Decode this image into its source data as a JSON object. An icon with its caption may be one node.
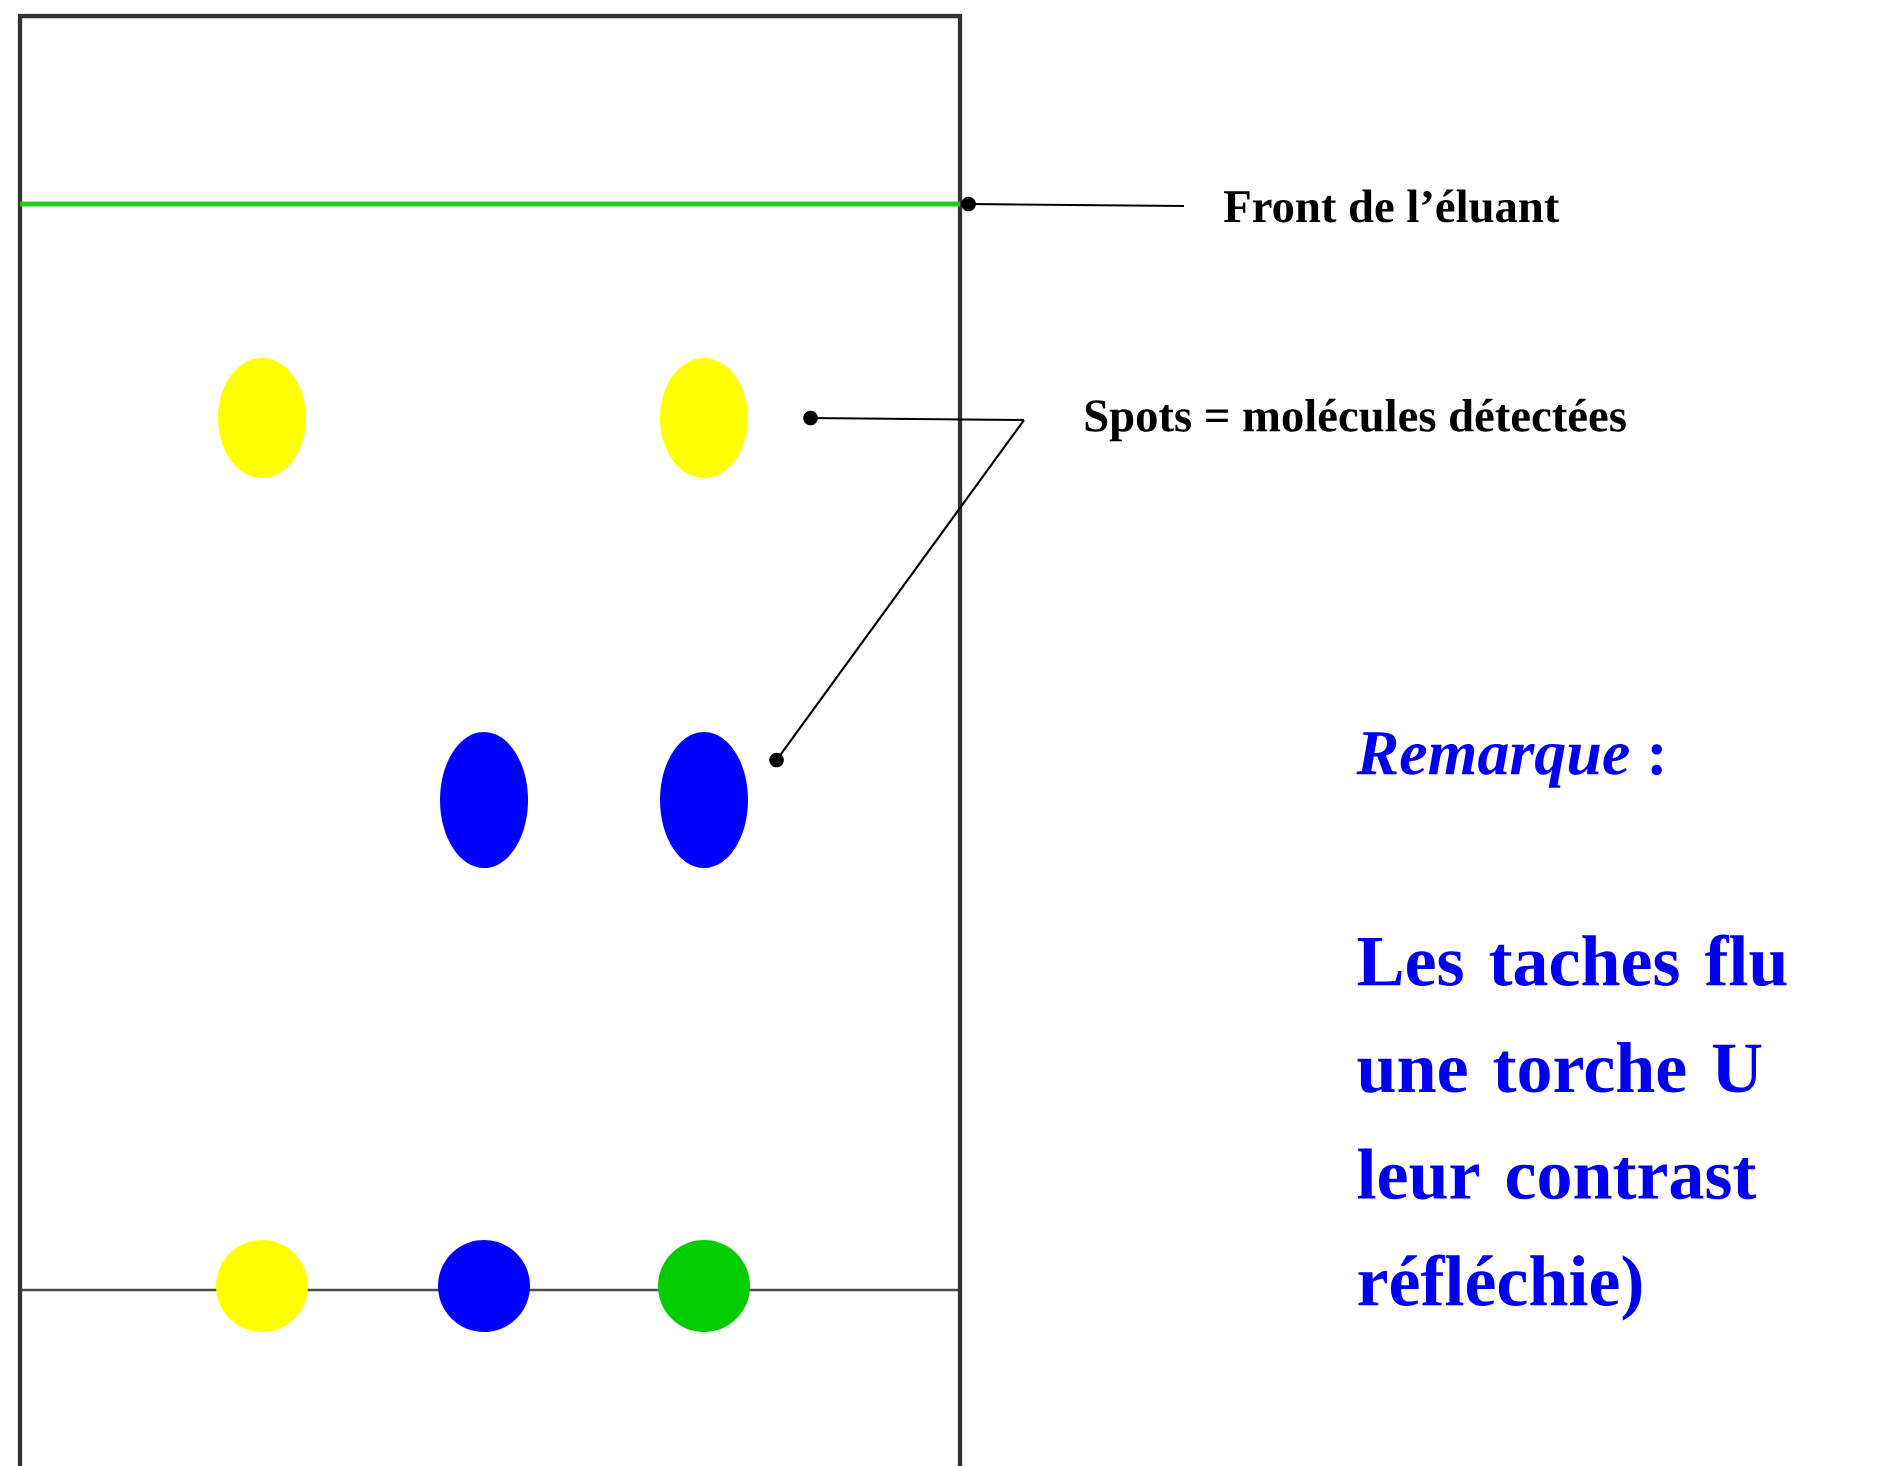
{
  "diagram": {
    "nodes": [
      {
        "text": [],
        "shape": "box"
      },
      {
        "text": [],
        "shape": "line",
        "in": 0
      },
      {
        "text": [],
        "shape": "ellipse",
        "in": 0
      },
      {
        "text": [],
        "shape": "ellipse",
        "in": 0
      },
      {
        "text": [],
        "shape": "ellipse",
        "in": 0
      },
      {
        "text": [],
        "shape": "ellipse",
        "in": 0
      },
      {
        "text": [],
        "shape": "circle",
        "in": 0
      },
      {
        "text": [],
        "shape": "circle",
        "in": 0
      },
      {
        "text": [],
        "shape": "circle",
        "in": 0
      },
      {
        "text": [
          "Front de l’éluant"
        ]
      },
      {
        "text": [
          "Spots = molécules détectées"
        ]
      }
    ],
    "edges": [
      {
        "from": 9,
        "to": 1,
        "arrow": "other"
      },
      {
        "from": 10,
        "to": 3,
        "arrow": "other"
      },
      {
        "from": 10,
        "to": 5,
        "arrow": "other"
      }
    ],
    "labels": [
      "*Remarque* :",
      "Les taches flu une torche U leur contrast réfléchie)"
    ]
  }
}
